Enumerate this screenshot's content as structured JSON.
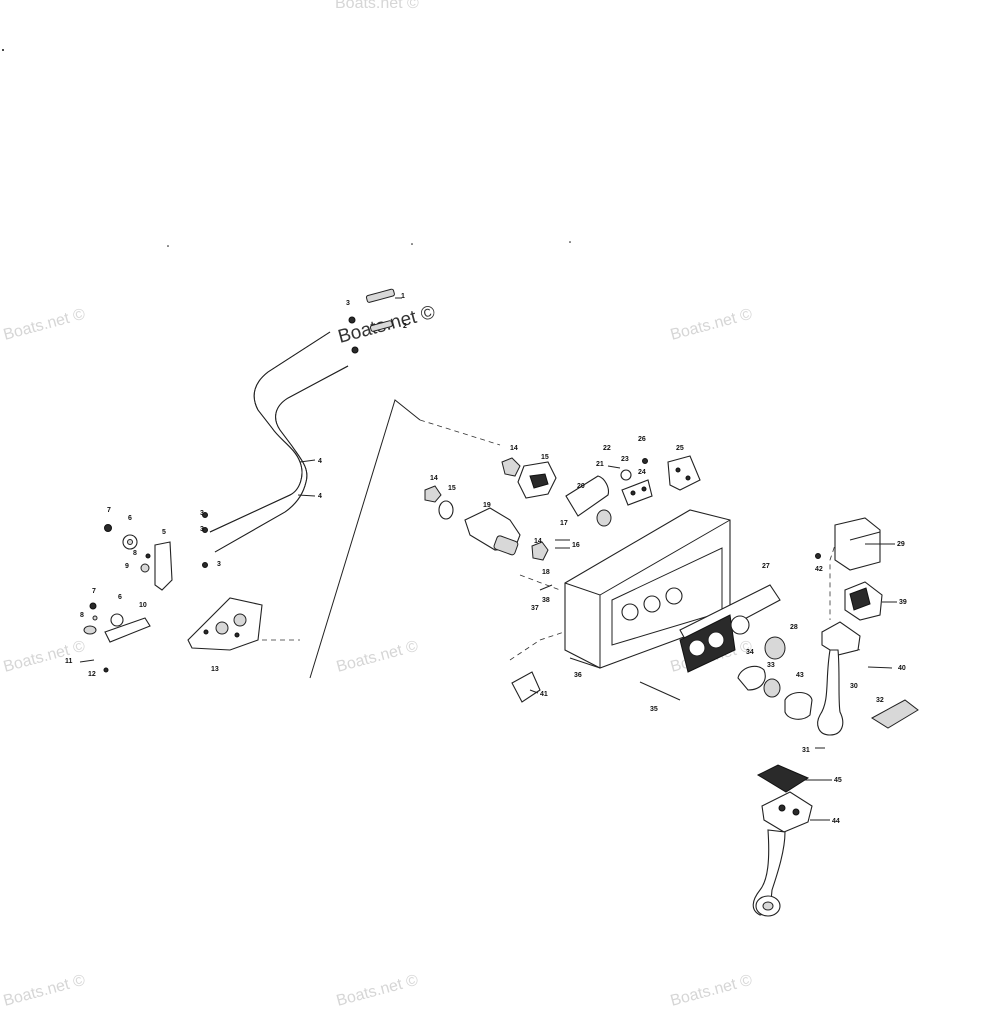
{
  "watermarks": [
    "Boats.net ©",
    "Boats.net ©",
    "Boats.net ©",
    "Boats.net ©",
    "Boats.net ©",
    "Boats.net ©",
    "Boats.net ©",
    "Boats.net ©",
    "Boats.net ©",
    "Boats.net ©"
  ],
  "callouts": {
    "c1": "1",
    "c2": "2",
    "c3a": "3",
    "c3b": "3",
    "c3c": "3",
    "c3d": "3",
    "c4a": "4",
    "c4b": "4",
    "c5": "5",
    "c6a": "6",
    "c6b": "6",
    "c7a": "7",
    "c7b": "7",
    "c8a": "8",
    "c8b": "8",
    "c9": "9",
    "c10": "10",
    "c11": "11",
    "c12": "12",
    "c13": "13",
    "c14a": "14",
    "c14b": "14",
    "c14c": "14",
    "c15": "15",
    "c16": "16",
    "c17": "17",
    "c18": "18",
    "c19": "19",
    "c20": "20",
    "c21": "21",
    "c22": "22",
    "c23": "23",
    "c24": "24",
    "c25": "25",
    "c26": "26",
    "c27": "27",
    "c28": "28",
    "c29": "29",
    "c30": "30",
    "c31": "31",
    "c32": "32",
    "c33": "33",
    "c34": "34",
    "c35": "35",
    "c36": "36",
    "c37": "37",
    "c38": "38",
    "c39": "39",
    "c40": "40",
    "c41": "41",
    "c42": "42",
    "c43": "43",
    "c44": "44",
    "c45": "45"
  }
}
